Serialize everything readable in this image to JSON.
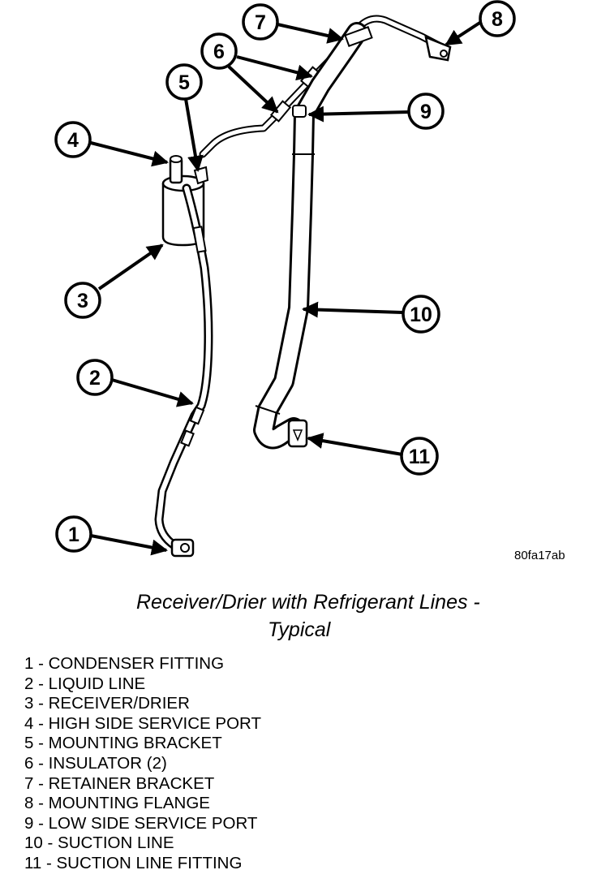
{
  "figure_code": "80fa17ab",
  "caption": {
    "line1": "Receiver/Drier with Refrigerant Lines -",
    "line2": "Typical"
  },
  "callouts": [
    "1",
    "2",
    "3",
    "4",
    "5",
    "6",
    "7",
    "8",
    "9",
    "10",
    "11"
  ],
  "legend": [
    "1 - CONDENSER FITTING",
    "2 - LIQUID LINE",
    "3 - RECEIVER/DRIER",
    "4 - HIGH SIDE SERVICE PORT",
    "5 - MOUNTING BRACKET",
    "6 - INSULATOR (2)",
    "7 - RETAINER BRACKET",
    "8 - MOUNTING FLANGE",
    "9 - LOW SIDE SERVICE PORT",
    "10 - SUCTION LINE",
    "11 - SUCTION LINE FITTING"
  ]
}
